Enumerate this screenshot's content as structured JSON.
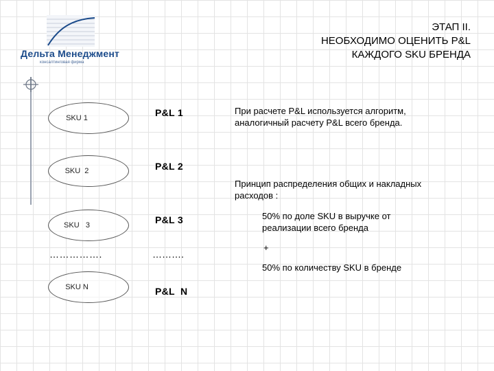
{
  "logo": {
    "name": "Дельта Менеджмент",
    "subtitle": "консалтинговая фирма"
  },
  "title": {
    "line1": "ЭТАП II.",
    "line2": "НЕОБХОДИМО ОЦЕНИТЬ P&L",
    "line3": "КАЖДОГО SKU БРЕНДА"
  },
  "skus": {
    "sku1": "SKU 1",
    "sku2": "SKU  2",
    "sku3": "SKU   3",
    "ellipsis": "…………….",
    "skuN": "SKU N"
  },
  "pl": {
    "pl1": "P&L 1",
    "pl2": "P&L 2",
    "pl3": "P&L 3",
    "ellipsis": "……….",
    "plN": "P&L  N"
  },
  "text": {
    "para1_line1": "При расчете P&L используется алгоритм,",
    "para1_line2": "аналогичный  расчету P&L всего бренда.",
    "para2_line1": "Принцип распределения общих и накладных",
    "para2_line2": "расходов :",
    "item1_line1": "50% по доле SKU в выручке от",
    "item1_line2": "реализации всего бренда",
    "plus": "+",
    "item2": "50% по количеству  SKU в бренде"
  }
}
